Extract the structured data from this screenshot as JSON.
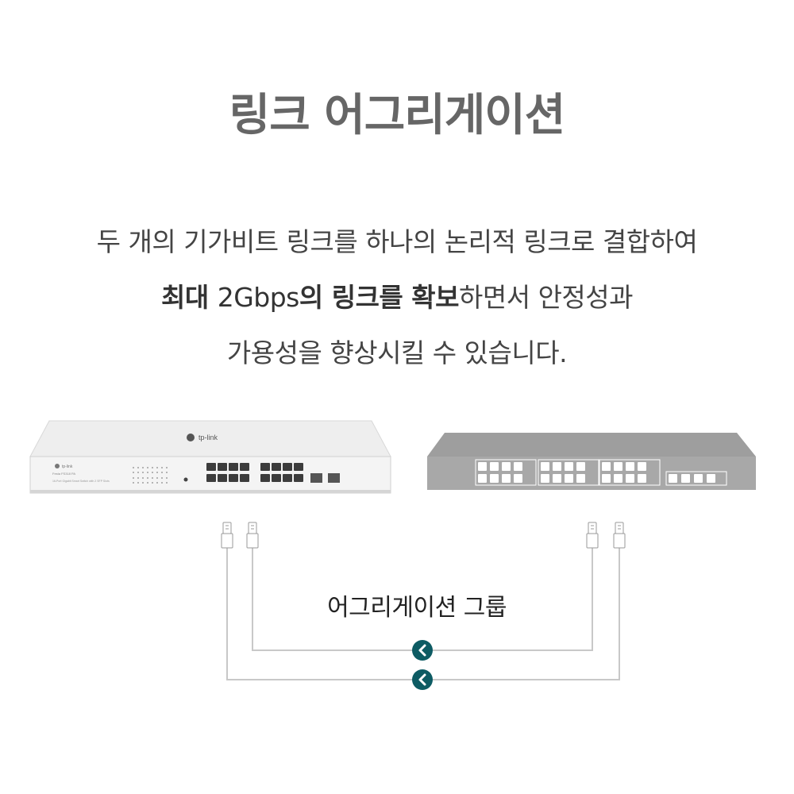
{
  "title": "링크 어그리게이션",
  "description": {
    "line1": "두 개의 기가비트 링크를 하나의 논리적 링크로 결합하여",
    "line2_bold_a": "최대 ",
    "line2_normal_a": "2Gbps",
    "line2_bold_b": "의 링크를 확보",
    "line2_normal_b": "하면서 안정성과",
    "line3": "가용성을 향상시킬 수 있습니다."
  },
  "diagram": {
    "switch_left": {
      "brand": "tp-link",
      "model_line": "Festa FS318 PA",
      "sub_line": "16-Port Gigabit Smart Switch with 2 SFP Slots"
    },
    "group_label": "어그리게이션 그룹"
  },
  "colors": {
    "title": "#666666",
    "text": "#444444",
    "cable": "#c8c8c8",
    "switch_gray": "#a6a6a6",
    "arrow_circle": "#0d5b63"
  }
}
